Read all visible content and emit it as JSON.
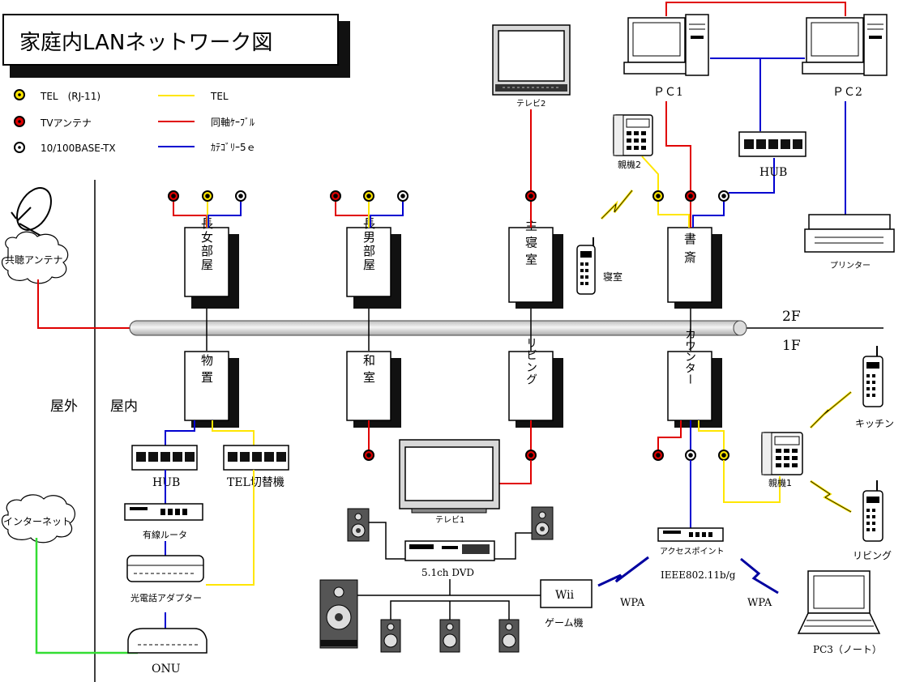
{
  "title": "家庭内LANネットワーク図",
  "legend": {
    "tel_jack": "TEL　(RJ-11)",
    "tv_jack": "TVアンテナ",
    "lan_jack": "10/100BASE-TX",
    "tel_line": "TEL",
    "coax_line": "同軸ｹｰﾌﾞﾙ",
    "cat_line": "ｶﾃｺﾞﾘｰ5ｅ"
  },
  "zones": {
    "outside": "屋外",
    "inside": "屋内"
  },
  "floors": {
    "upper": "2F",
    "lower": "1F"
  },
  "rooms": {
    "eldest_daughter": "長女部屋",
    "eldest_son": "長男部屋",
    "master_bedroom": "主寝室",
    "study": "書斎",
    "storage": "物置",
    "japanese_room": "和室",
    "living": "リビング",
    "counter": "カウンター"
  },
  "devices": {
    "tv2": "テレビ2",
    "pc1": "ＰＣ1",
    "pc2": "ＰＣ2",
    "hub_2f": "HUB",
    "extension2": "親機2",
    "printer": "プリンター",
    "bedroom_phone": "寝室",
    "satellite": "共聴アンテナ",
    "internet": "インターネット",
    "hub_1f": "HUB",
    "tel_switch": "TEL切替機",
    "router": "有線ルータ",
    "optical_adapter": "光電話アダプター",
    "onu": "ONU",
    "tv1": "テレビ1",
    "dvd": "5.1ch  DVD",
    "wii": "Wii",
    "game": "ゲーム機",
    "wpa_left": "WPA",
    "wpa_right": "WPA",
    "access_point": "アクセスポイント",
    "ieee": "IEEE802.11b/g",
    "extension1": "親機1",
    "kitchen": "キッチン",
    "living_phone": "リビング",
    "pc3": "PC3（ノート）"
  }
}
